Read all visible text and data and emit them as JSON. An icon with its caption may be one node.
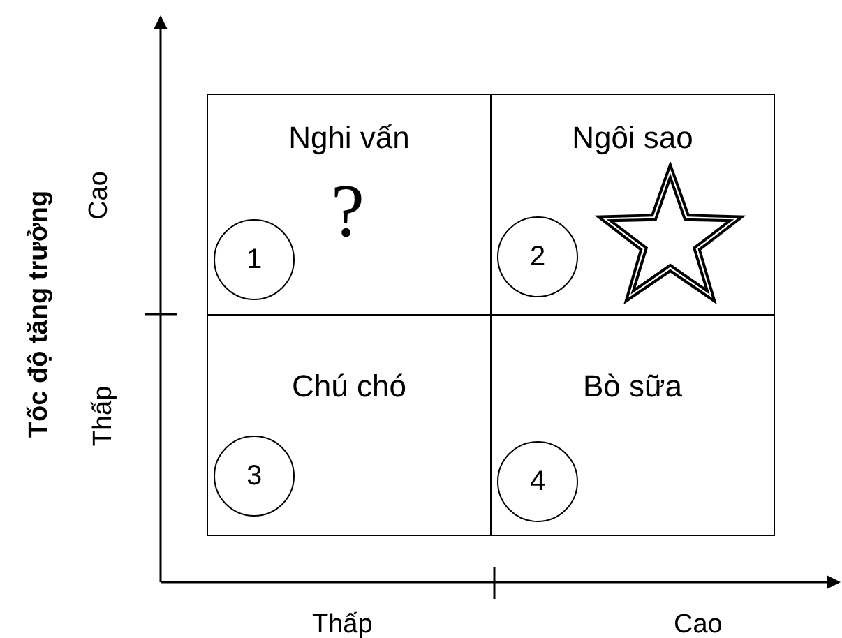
{
  "diagram": {
    "nodes": [
      {
        "text": [
          "Nghi vấn",
          "?"
        ]
      },
      {
        "text": [
          "1"
        ],
        "in": 0
      },
      {
        "text": [
          "Ngôi sao"
        ]
      },
      {
        "text": [
          "2"
        ],
        "in": 2
      },
      {
        "text": [
          "Chú chó"
        ]
      },
      {
        "text": [
          "3"
        ],
        "in": 4
      },
      {
        "text": [
          "Bò sữa"
        ]
      },
      {
        "text": [
          "4"
        ],
        "in": 6
      }
    ],
    "edges": [],
    "labels": [
      "Tốc độ tăng trưởng",
      "Cao",
      "Thấp",
      "Thấp",
      "Cao"
    ]
  }
}
